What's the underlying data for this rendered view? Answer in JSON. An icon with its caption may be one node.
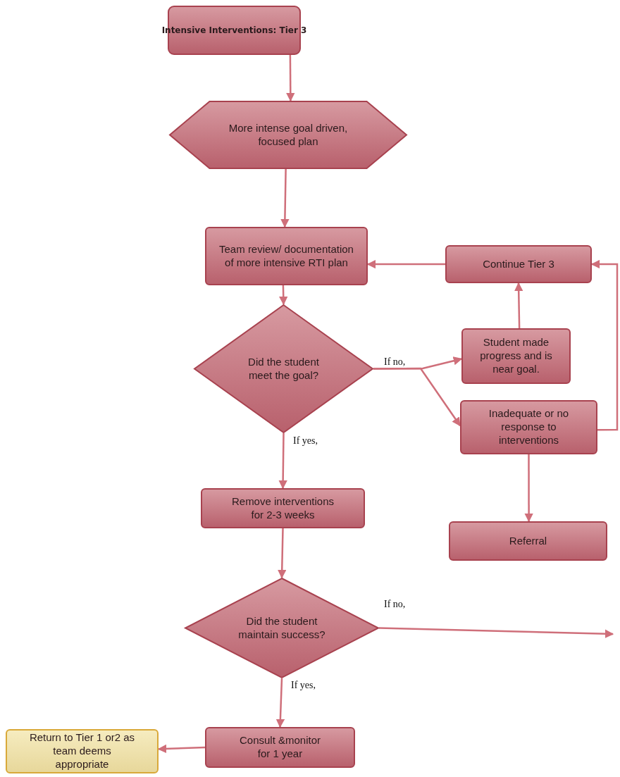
{
  "diagram": {
    "nodes": [
      {
        "text": [
          "Intensive Interventions: Tier 3"
        ]
      },
      {
        "text": [
          "More intense goal driven, focused plan"
        ]
      },
      {
        "text": [
          "Team review/ documentation of more intensive RTI plan"
        ]
      },
      {
        "text": [
          "Continue Tier 3"
        ]
      },
      {
        "text": [
          "Did the student meet the goal?"
        ]
      },
      {
        "text": [
          "Student made progress and is near goal."
        ]
      },
      {
        "text": [
          "Inadequate or no response to interventions"
        ]
      },
      {
        "text": [
          "Remove interventions for 2-3 weeks"
        ]
      },
      {
        "text": [
          "Referral"
        ]
      },
      {
        "text": [
          "Did the student maintain success?"
        ]
      },
      {
        "text": [
          "Return to Tier 1 or2 as team deems appropriate"
        ]
      },
      {
        "text": [
          "Consult &monitor for 1 year"
        ]
      }
    ],
    "edges": [
      {
        "from": 0,
        "to": 1,
        "arrow": "to"
      },
      {
        "from": 1,
        "to": 2,
        "arrow": "to"
      },
      {
        "from": 2,
        "to": 4,
        "arrow": "to"
      },
      {
        "from": 4,
        "to": 5,
        "arrow": "to",
        "label": "If no,"
      },
      {
        "from": 4,
        "to": 6,
        "arrow": "to"
      },
      {
        "from": 5,
        "to": 3,
        "arrow": "to"
      },
      {
        "from": 3,
        "to": 2,
        "arrow": "to"
      },
      {
        "from": 6,
        "to": 3,
        "arrow": "to"
      },
      {
        "from": 4,
        "to": 7,
        "arrow": "to",
        "label": "If yes,"
      },
      {
        "from": 6,
        "to": 8,
        "arrow": "to"
      },
      {
        "from": 7,
        "to": 9,
        "arrow": "to"
      },
      {
        "from": 9,
        "to": null,
        "arrow": "to",
        "label": "If no,"
      },
      {
        "from": 9,
        "to": 11,
        "arrow": "to",
        "label": "If yes,"
      },
      {
        "from": 11,
        "to": 10,
        "arrow": "to"
      }
    ]
  }
}
